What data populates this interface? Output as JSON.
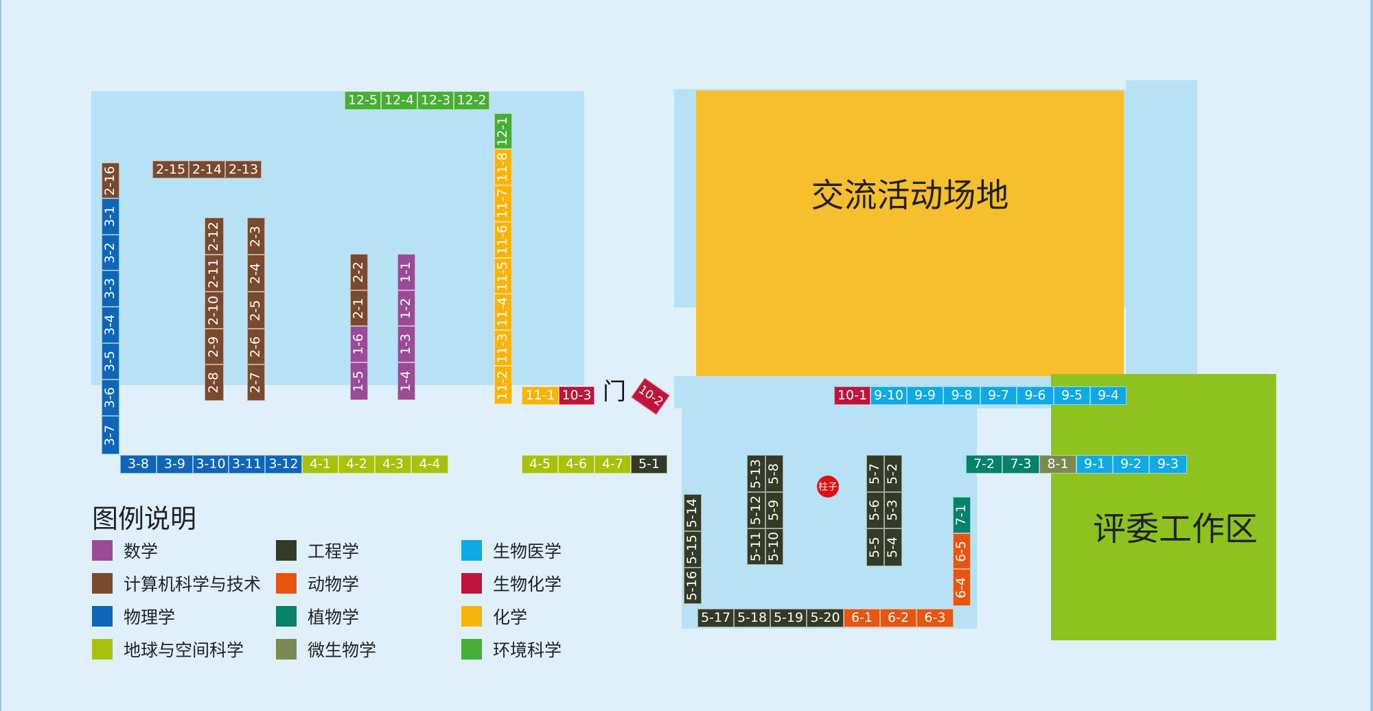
{
  "zones": {
    "activity_area": "交流活动场地",
    "judge_area": "评委工作区",
    "door": "门",
    "pillar": "柱子"
  },
  "colors": {
    "math": "#9b4a97",
    "cs": "#7b4a2e",
    "physics": "#0e67b6",
    "earth": "#a6c20a",
    "engineering": "#333b26",
    "zoology": "#e85511",
    "botany": "#05816c",
    "microbiology": "#7b8a52",
    "biomed": "#0fa9e6",
    "biochem": "#c0153a",
    "chemistry": "#f7b50c",
    "env": "#47ae35",
    "activity": "#f7be2d",
    "judge": "#8dc21f",
    "hall": "#b7e2f6",
    "background": "#dff0fb"
  },
  "legend": {
    "title": "图例说明",
    "items": [
      {
        "label": "数学",
        "category": "math"
      },
      {
        "label": "计算机科学与技术",
        "category": "cs"
      },
      {
        "label": "物理学",
        "category": "physics"
      },
      {
        "label": "地球与空间科学",
        "category": "earth"
      },
      {
        "label": "工程学",
        "category": "engineering"
      },
      {
        "label": "动物学",
        "category": "zoology"
      },
      {
        "label": "植物学",
        "category": "botany"
      },
      {
        "label": "微生物学",
        "category": "microbiology"
      },
      {
        "label": "生物医学",
        "category": "biomed"
      },
      {
        "label": "生物化学",
        "category": "biochem"
      },
      {
        "label": "化学",
        "category": "chemistry"
      },
      {
        "label": "环境科学",
        "category": "env"
      }
    ]
  },
  "booths": [
    {
      "label": "12-5",
      "category": "env"
    },
    {
      "label": "12-4",
      "category": "env"
    },
    {
      "label": "12-3",
      "category": "env"
    },
    {
      "label": "12-2",
      "category": "env"
    },
    {
      "label": "12-1",
      "category": "env"
    },
    {
      "label": "11-8",
      "category": "chemistry"
    },
    {
      "label": "11-7",
      "category": "chemistry"
    },
    {
      "label": "11-6",
      "category": "chemistry"
    },
    {
      "label": "11-5",
      "category": "chemistry"
    },
    {
      "label": "11-4",
      "category": "chemistry"
    },
    {
      "label": "11-3",
      "category": "chemistry"
    },
    {
      "label": "11-2",
      "category": "chemistry"
    },
    {
      "label": "11-1",
      "category": "chemistry"
    },
    {
      "label": "10-3",
      "category": "biochem"
    },
    {
      "label": "10-2",
      "category": "biochem"
    },
    {
      "label": "10-1",
      "category": "biochem"
    },
    {
      "label": "2-16",
      "category": "cs"
    },
    {
      "label": "2-15",
      "category": "cs"
    },
    {
      "label": "2-14",
      "category": "cs"
    },
    {
      "label": "2-13",
      "category": "cs"
    },
    {
      "label": "2-12",
      "category": "cs"
    },
    {
      "label": "2-11",
      "category": "cs"
    },
    {
      "label": "2-10",
      "category": "cs"
    },
    {
      "label": "2-9",
      "category": "cs"
    },
    {
      "label": "2-8",
      "category": "cs"
    },
    {
      "label": "2-3",
      "category": "cs"
    },
    {
      "label": "2-4",
      "category": "cs"
    },
    {
      "label": "2-5",
      "category": "cs"
    },
    {
      "label": "2-6",
      "category": "cs"
    },
    {
      "label": "2-7",
      "category": "cs"
    },
    {
      "label": "2-2",
      "category": "cs"
    },
    {
      "label": "2-1",
      "category": "cs"
    },
    {
      "label": "1-6",
      "category": "math"
    },
    {
      "label": "1-5",
      "category": "math"
    },
    {
      "label": "1-1",
      "category": "math"
    },
    {
      "label": "1-2",
      "category": "math"
    },
    {
      "label": "1-3",
      "category": "math"
    },
    {
      "label": "1-4",
      "category": "math"
    },
    {
      "label": "3-1",
      "category": "physics"
    },
    {
      "label": "3-2",
      "category": "physics"
    },
    {
      "label": "3-3",
      "category": "physics"
    },
    {
      "label": "3-4",
      "category": "physics"
    },
    {
      "label": "3-5",
      "category": "physics"
    },
    {
      "label": "3-6",
      "category": "physics"
    },
    {
      "label": "3-7",
      "category": "physics"
    },
    {
      "label": "3-8",
      "category": "physics"
    },
    {
      "label": "3-9",
      "category": "physics"
    },
    {
      "label": "3-10",
      "category": "physics"
    },
    {
      "label": "3-11",
      "category": "physics"
    },
    {
      "label": "3-12",
      "category": "physics"
    },
    {
      "label": "4-1",
      "category": "earth"
    },
    {
      "label": "4-2",
      "category": "earth"
    },
    {
      "label": "4-3",
      "category": "earth"
    },
    {
      "label": "4-4",
      "category": "earth"
    },
    {
      "label": "4-5",
      "category": "earth"
    },
    {
      "label": "4-6",
      "category": "earth"
    },
    {
      "label": "4-7",
      "category": "earth"
    },
    {
      "label": "5-1",
      "category": "engineering"
    },
    {
      "label": "5-13",
      "category": "engineering"
    },
    {
      "label": "5-12",
      "category": "engineering"
    },
    {
      "label": "5-11",
      "category": "engineering"
    },
    {
      "label": "5-8",
      "category": "engineering"
    },
    {
      "label": "5-9",
      "category": "engineering"
    },
    {
      "label": "5-10",
      "category": "engineering"
    },
    {
      "label": "5-7",
      "category": "engineering"
    },
    {
      "label": "5-6",
      "category": "engineering"
    },
    {
      "label": "5-5",
      "category": "engineering"
    },
    {
      "label": "5-2",
      "category": "engineering"
    },
    {
      "label": "5-3",
      "category": "engineering"
    },
    {
      "label": "5-4",
      "category": "engineering"
    },
    {
      "label": "5-14",
      "category": "engineering"
    },
    {
      "label": "5-15",
      "category": "engineering"
    },
    {
      "label": "5-16",
      "category": "engineering"
    },
    {
      "label": "5-17",
      "category": "engineering"
    },
    {
      "label": "5-18",
      "category": "engineering"
    },
    {
      "label": "5-19",
      "category": "engineering"
    },
    {
      "label": "5-20",
      "category": "engineering"
    },
    {
      "label": "6-1",
      "category": "zoology"
    },
    {
      "label": "6-2",
      "category": "zoology"
    },
    {
      "label": "6-3",
      "category": "zoology"
    },
    {
      "label": "6-4",
      "category": "zoology"
    },
    {
      "label": "6-5",
      "category": "zoology"
    },
    {
      "label": "7-1",
      "category": "botany"
    },
    {
      "label": "7-2",
      "category": "botany"
    },
    {
      "label": "7-3",
      "category": "botany"
    },
    {
      "label": "8-1",
      "category": "microbiology"
    },
    {
      "label": "9-1",
      "category": "biomed"
    },
    {
      "label": "9-2",
      "category": "biomed"
    },
    {
      "label": "9-3",
      "category": "biomed"
    },
    {
      "label": "9-10",
      "category": "biomed"
    },
    {
      "label": "9-9",
      "category": "biomed"
    },
    {
      "label": "9-8",
      "category": "biomed"
    },
    {
      "label": "9-7",
      "category": "biomed"
    },
    {
      "label": "9-6",
      "category": "biomed"
    },
    {
      "label": "9-5",
      "category": "biomed"
    },
    {
      "label": "9-4",
      "category": "biomed"
    }
  ]
}
